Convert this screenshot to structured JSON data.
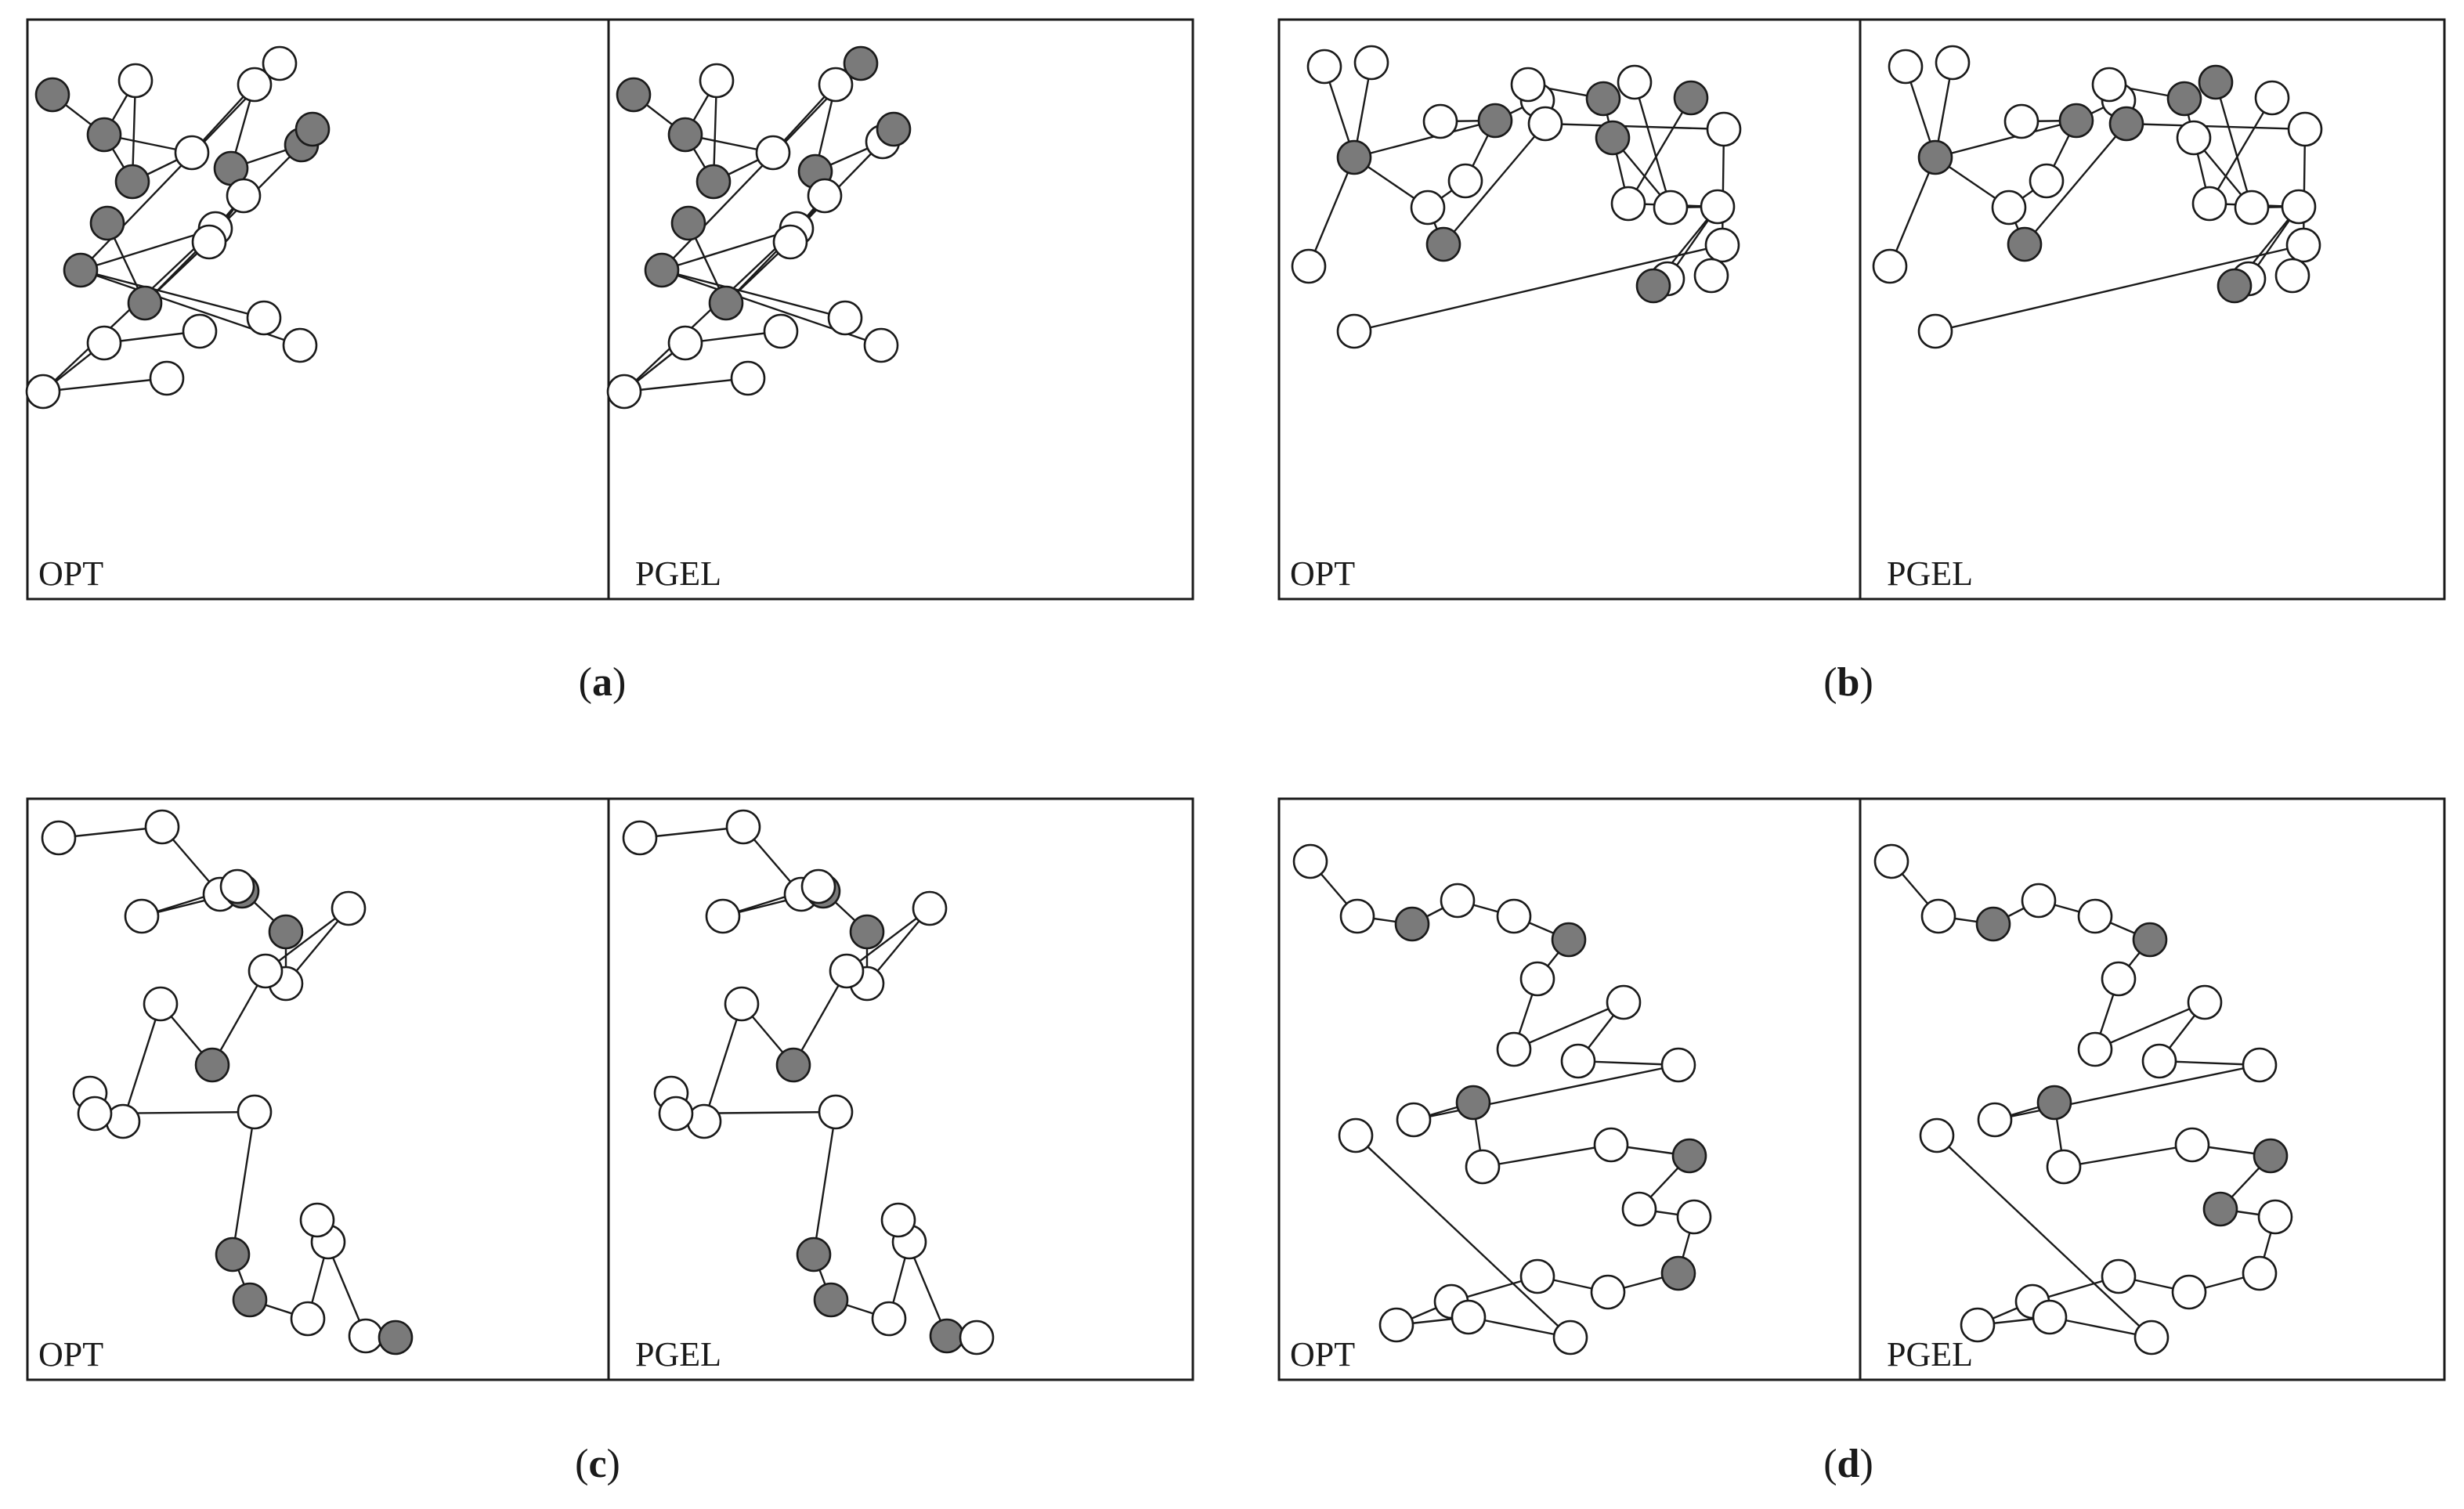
{
  "node_colors": {
    "white": "#ffffff",
    "gray": "#7a7a7a"
  },
  "figures": [
    {
      "caption_letter": "a",
      "panels": [
        {
          "label": "OPT",
          "gray": [
            1,
            2,
            3,
            6,
            8,
            9,
            10,
            12,
            13
          ]
        },
        {
          "label": "PGEL",
          "gray": [
            1,
            2,
            3,
            6,
            7,
            9,
            10,
            12,
            13
          ]
        }
      ]
    },
    {
      "caption_letter": "b",
      "panels": [
        {
          "label": "OPT",
          "gray": [
            2,
            6,
            10,
            11,
            14,
            18,
            19
          ]
        },
        {
          "label": "PGEL",
          "gray": [
            2,
            6,
            10,
            15,
            18,
            19,
            20
          ]
        }
      ]
    },
    {
      "caption_letter": "c",
      "panels": [
        {
          "label": "OPT",
          "gray": [
            3,
            6,
            10,
            16,
            17,
            22
          ]
        },
        {
          "label": "PGEL",
          "gray": [
            3,
            6,
            10,
            16,
            17,
            21
          ]
        }
      ]
    },
    {
      "caption_letter": "d",
      "panels": [
        {
          "label": "OPT",
          "gray": [
            2,
            5,
            12,
            15,
            18
          ]
        },
        {
          "label": "PGEL",
          "gray": [
            2,
            5,
            12,
            15,
            16
          ]
        }
      ]
    }
  ]
}
